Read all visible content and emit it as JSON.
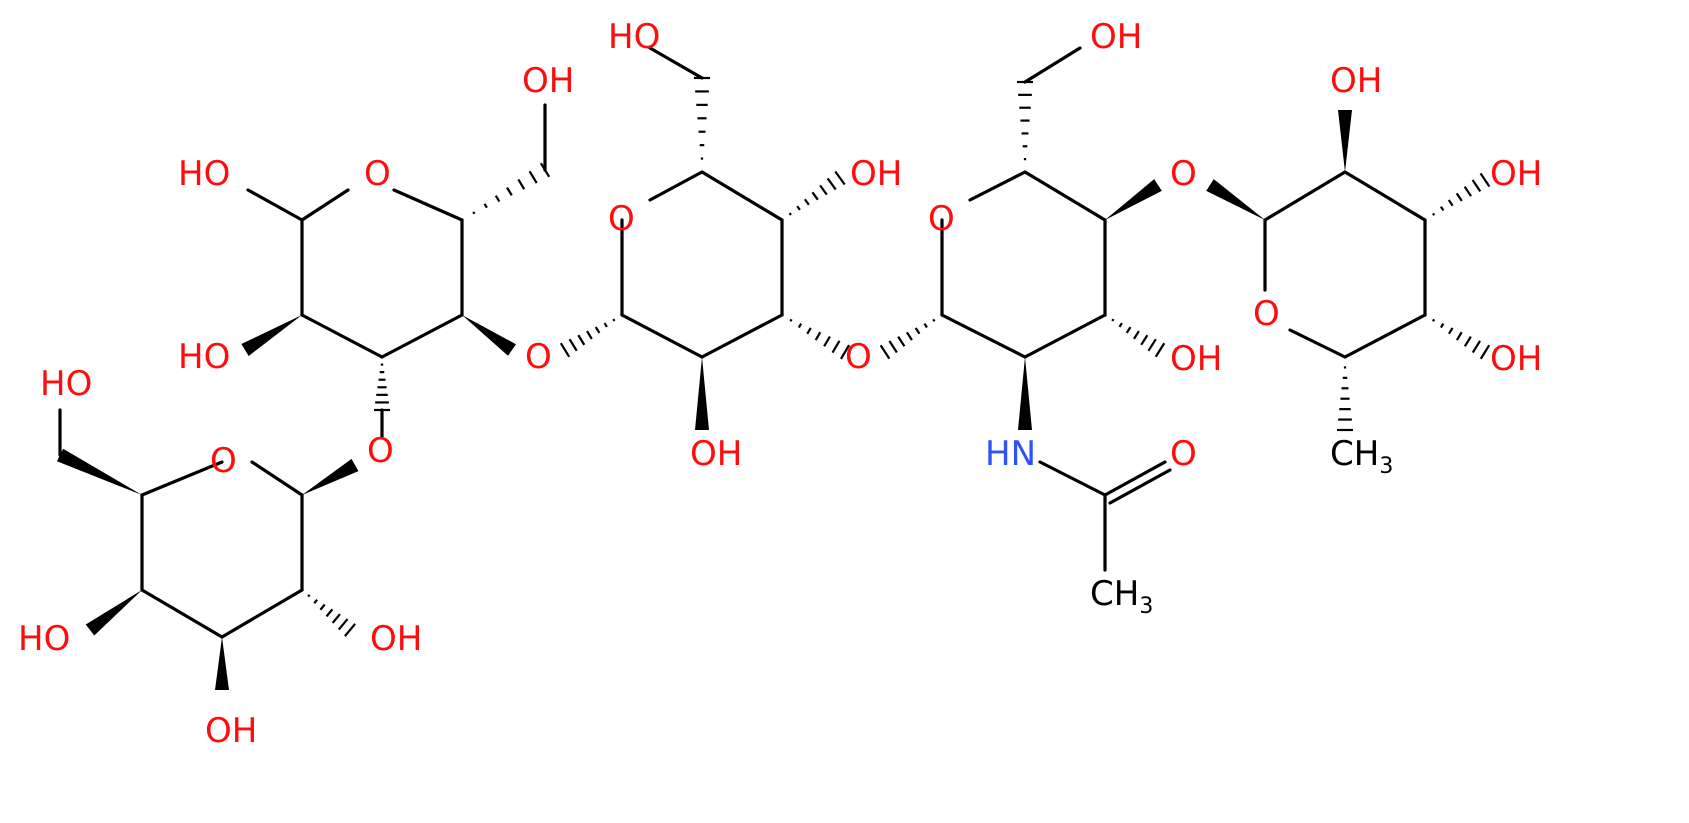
{
  "colors": {
    "oxygen": "#ff0d0d",
    "nitrogen": "#3050f8",
    "carbon": "#000000"
  },
  "labels": {
    "hoA": "HO",
    "ohA": "OH",
    "oRingA": "O",
    "hoA2": "HO",
    "ohB": "OH",
    "oRingB": "O",
    "hoB1": "HO",
    "hoB2": "HO",
    "ohB1": "OH",
    "oBridge1": "O",
    "oBridge2": "O",
    "hoC": "HO",
    "oRingC": "O",
    "ohC1": "OH",
    "ohC2": "OH",
    "oBridge3": "O",
    "ohD": "OH",
    "oRingD": "O",
    "ohD1": "OH",
    "nh": "HN",
    "oCarbonyl": "O",
    "ch3a": "CH",
    "ch3a_sub": "3",
    "oBridge4": "O",
    "ohE1": "OH",
    "ohE2": "OH",
    "ohE3": "OH",
    "oRingE": "O",
    "ch3b": "CH",
    "ch3b_sub": "3"
  }
}
